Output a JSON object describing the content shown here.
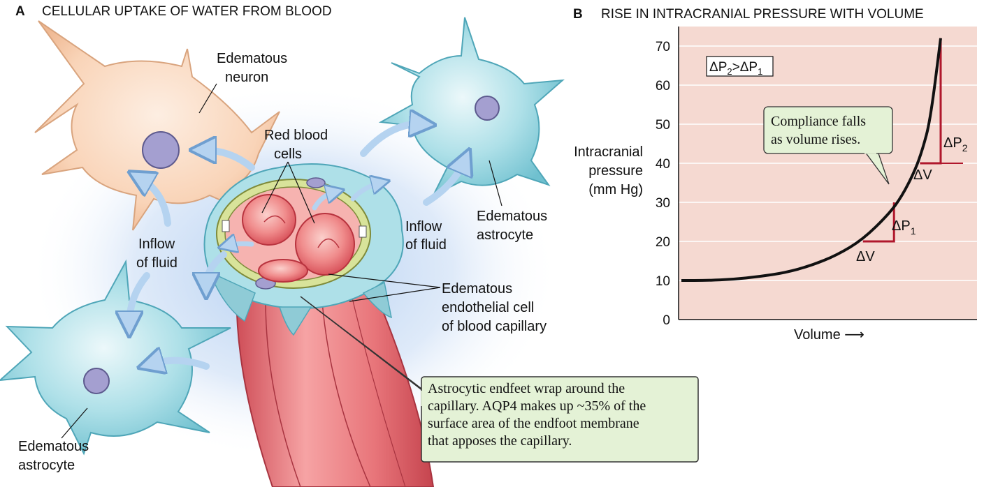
{
  "panel_a": {
    "letter": "A",
    "title": "CELLULAR UPTAKE OF WATER FROM BLOOD",
    "labels": {
      "neuron": [
        "Edematous",
        "neuron"
      ],
      "rbc": [
        "Red blood",
        "cells"
      ],
      "astro_right": [
        "Edematous",
        "astrocyte"
      ],
      "astro_left": [
        "Edematous",
        "astrocyte"
      ],
      "inflow_left": [
        "Inflow",
        "of fluid"
      ],
      "inflow_right": [
        "Inflow",
        "of fluid"
      ],
      "endothelial": [
        "Edematous",
        "endothelial cell",
        "of blood capillary"
      ]
    },
    "callout": [
      "Astrocytic endfeet wrap around the",
      "capillary. AQP4 makes up ~35% of the",
      "surface area of the endfoot membrane",
      "that apposes the capillary."
    ],
    "colors": {
      "astrocyte": "#aee0e8",
      "neuron": "#f9d4b8",
      "nucleus": "#a49fd0",
      "capillary": "#e8757a",
      "endothelium": "#d8e39a",
      "arrow": "#b5d3f0",
      "callout_bg": "#e4f2d6"
    }
  },
  "panel_b": {
    "letter": "B",
    "title": "RISE IN INTRACRANIAL PRESSURE WITH VOLUME",
    "legend_box": [
      "ΔP",
      "2",
      ">ΔP",
      "1"
    ],
    "compliance_note": [
      "Compliance falls",
      "as volume rises."
    ],
    "dp1": [
      "ΔP",
      "1"
    ],
    "dp2": [
      "ΔP",
      "2"
    ],
    "dv": "ΔV",
    "colors": {
      "plot_bg": "#f5d9d1",
      "curve": "#111111",
      "steps": "#b0172c"
    }
  },
  "chart_data": {
    "type": "line",
    "title": "RISE IN INTRACRANIAL PRESSURE WITH VOLUME",
    "xlabel": "Volume  ⟶",
    "ylabel": [
      "Intracranial",
      "pressure",
      "(mm Hg)"
    ],
    "yticks": [
      0,
      10,
      20,
      30,
      40,
      50,
      60,
      70
    ],
    "ylim": [
      0,
      75
    ],
    "xlim": [
      0,
      1
    ],
    "grid": true,
    "series": [
      {
        "x": [
          0,
          0.1,
          0.2,
          0.3,
          0.4,
          0.5,
          0.6,
          0.7,
          0.8,
          0.85,
          0.9,
          0.93,
          0.96,
          1.0
        ],
        "y": [
          10,
          10,
          10.3,
          11,
          12,
          13.8,
          16.5,
          20.5,
          27,
          31.5,
          38,
          43.5,
          51,
          72
        ]
      }
    ],
    "steps": [
      {
        "x0": 0.7,
        "x1": 0.82,
        "y0": 20,
        "y1": 30
      },
      {
        "x0": 0.92,
        "x1": 1.0,
        "y0": 40,
        "y1": 72
      }
    ]
  }
}
